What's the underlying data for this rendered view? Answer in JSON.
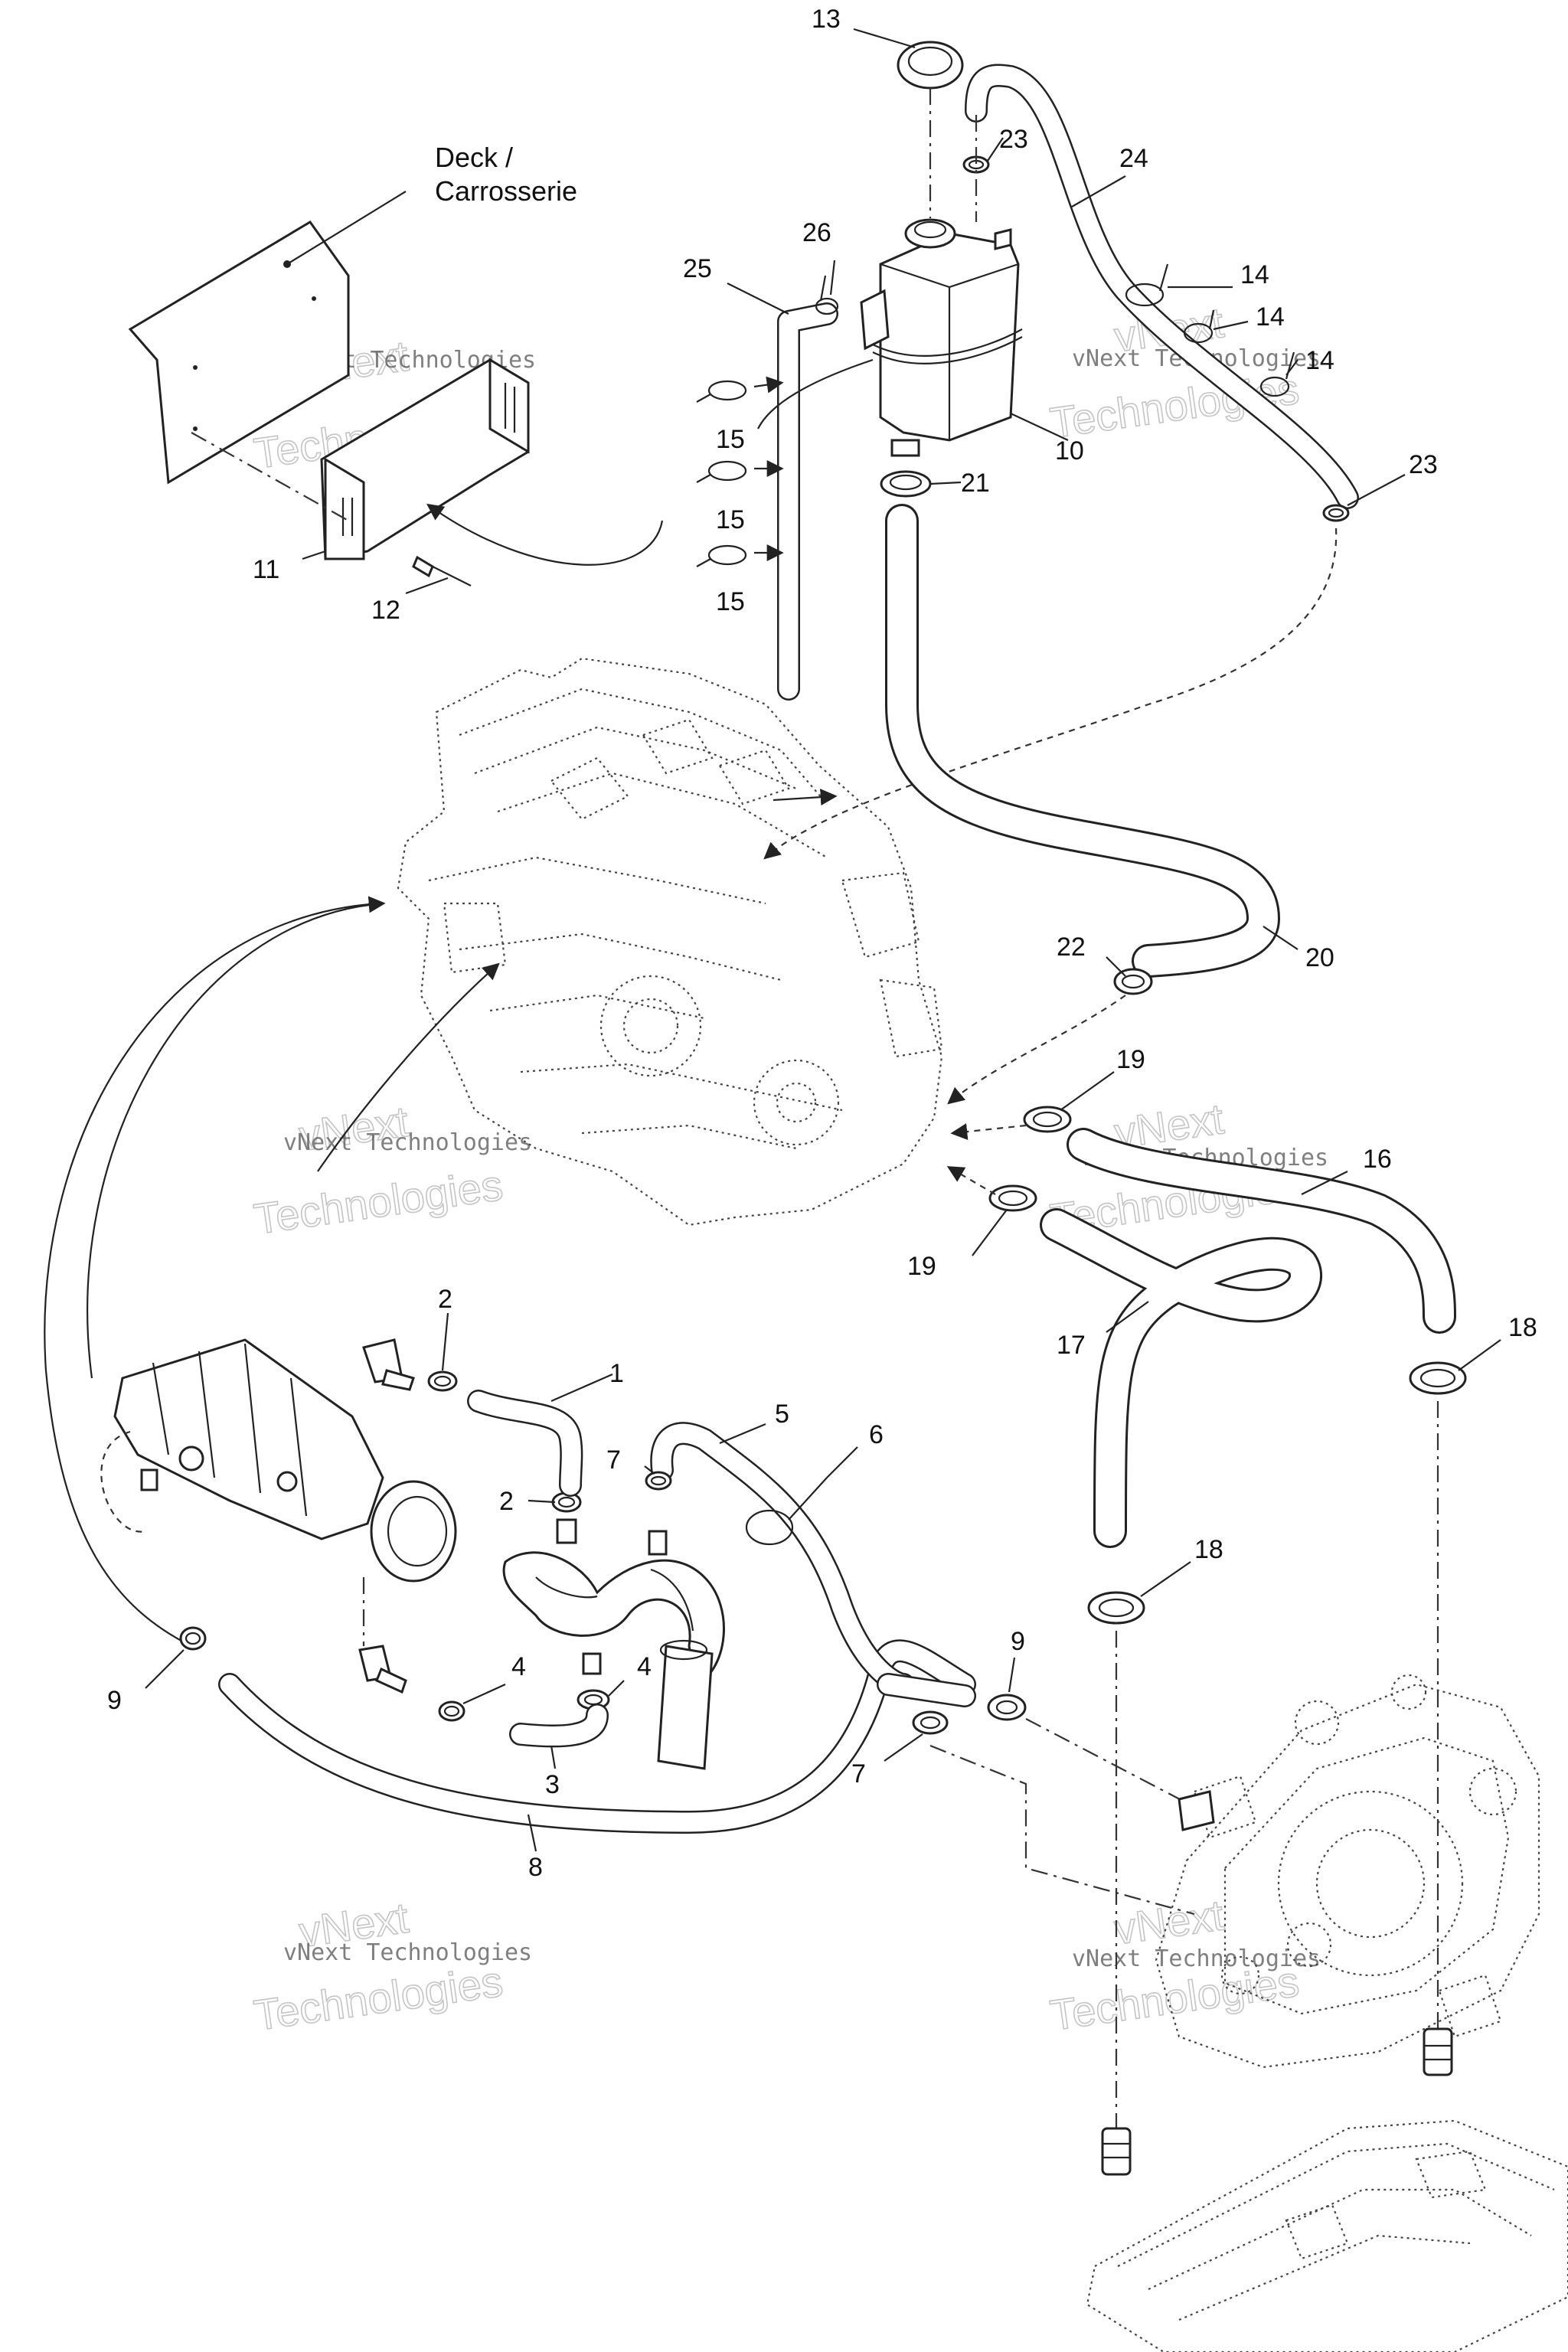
{
  "deck_label": {
    "line1": "Deck /",
    "line2": "Carrosserie"
  },
  "watermark": {
    "line1": "vNext",
    "line2": "Technologies",
    "caption": "vNext Technologies"
  },
  "callouts": {
    "c1": "1",
    "c2a": "2",
    "c2b": "2",
    "c3": "3",
    "c4a": "4",
    "c4b": "4",
    "c5": "5",
    "c6": "6",
    "c7a": "7",
    "c7b": "7",
    "c8": "8",
    "c9a": "9",
    "c9b": "9",
    "c10": "10",
    "c11": "11",
    "c12": "12",
    "c13": "13",
    "c14a": "14",
    "c14b": "14",
    "c14c": "14",
    "c15a": "15",
    "c15b": "15",
    "c15c": "15",
    "c16": "16",
    "c17": "17",
    "c18a": "18",
    "c18b": "18",
    "c19a": "19",
    "c19b": "19",
    "c20": "20",
    "c21": "21",
    "c22": "22",
    "c23a": "23",
    "c23b": "23",
    "c24": "24",
    "c25": "25",
    "c26": "26"
  },
  "icons": {
    "reservoir": "coolant-reservoir-icon",
    "cap": "pressure-cap-icon",
    "engine": "engine-block-icon",
    "manifold": "exhaust-manifold-icon",
    "pump": "jet-pump-housing-icon",
    "plate": "ride-plate-icon"
  }
}
